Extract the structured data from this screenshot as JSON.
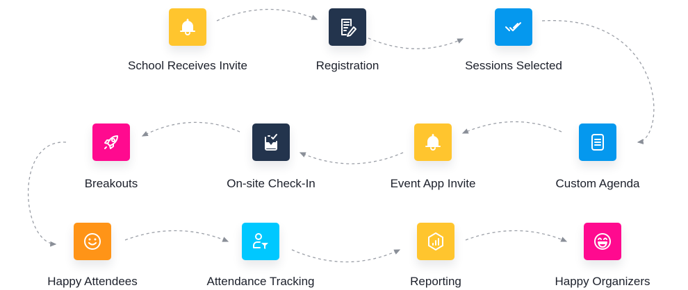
{
  "steps": [
    {
      "label": "School Receives Invite",
      "icon": "bell-icon",
      "color": "#FFC52E"
    },
    {
      "label": "Registration",
      "icon": "form-edit-icon",
      "color": "#23344D"
    },
    {
      "label": "Sessions Selected",
      "icon": "double-check-icon",
      "color": "#0598EE"
    },
    {
      "label": "Custom Agenda",
      "icon": "document-list-icon",
      "color": "#0598EE"
    },
    {
      "label": "Event App Invite",
      "icon": "bell-icon",
      "color": "#FFC52E"
    },
    {
      "label": "On-site Check-In",
      "icon": "inbox-check-icon",
      "color": "#23344D"
    },
    {
      "label": "Breakouts",
      "icon": "rocket-icon",
      "color": "#FF0A8F"
    },
    {
      "label": "Happy Attendees",
      "icon": "smile-icon",
      "color": "#FF9417"
    },
    {
      "label": "Attendance Tracking",
      "icon": "user-filter-icon",
      "color": "#00C8FF"
    },
    {
      "label": "Reporting",
      "icon": "chart-hexagon-icon",
      "color": "#FFC52E"
    },
    {
      "label": "Happy Organizers",
      "icon": "laugh-icon",
      "color": "#FF0A8F"
    }
  ]
}
